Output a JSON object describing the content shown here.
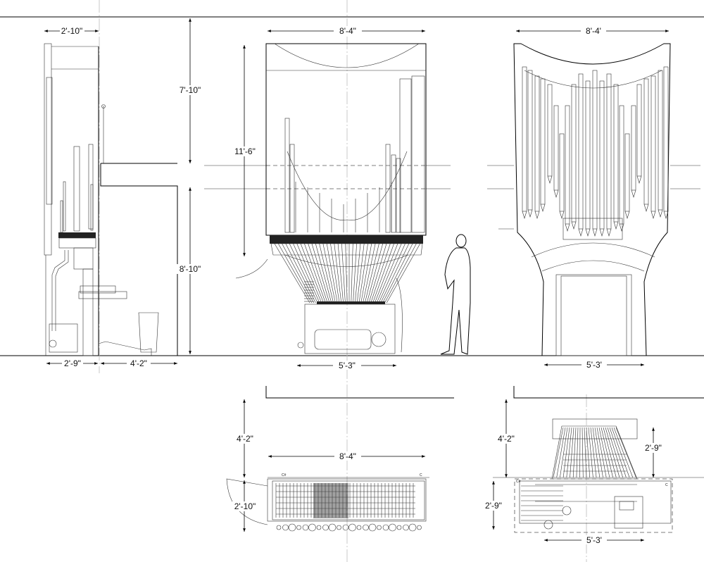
{
  "side_elevation": {
    "case_depth": "2'-10\"",
    "upper_height": "7'-10\"",
    "lower_height": "8'-10\"",
    "base_depth": "2'-9\"",
    "bench_clearance": "4'-2\""
  },
  "front_section": {
    "width": "8'-4\"",
    "case_height": "11'-6\"",
    "console_width": "5'-3\""
  },
  "front_elevation": {
    "width": "8'-4'",
    "console_width": "5'-3'"
  },
  "plan_left": {
    "offset": "4'-2\"",
    "width": "8'-4\"",
    "depth": "2'-10\"",
    "note_left": "C#",
    "note_right": "C"
  },
  "plan_right": {
    "offset": "4'-2\"",
    "pipe_depth": "2'-9\"",
    "depth": "2'-9\"",
    "width": "5'-3'",
    "note_left": "C#",
    "note_right": "C"
  }
}
